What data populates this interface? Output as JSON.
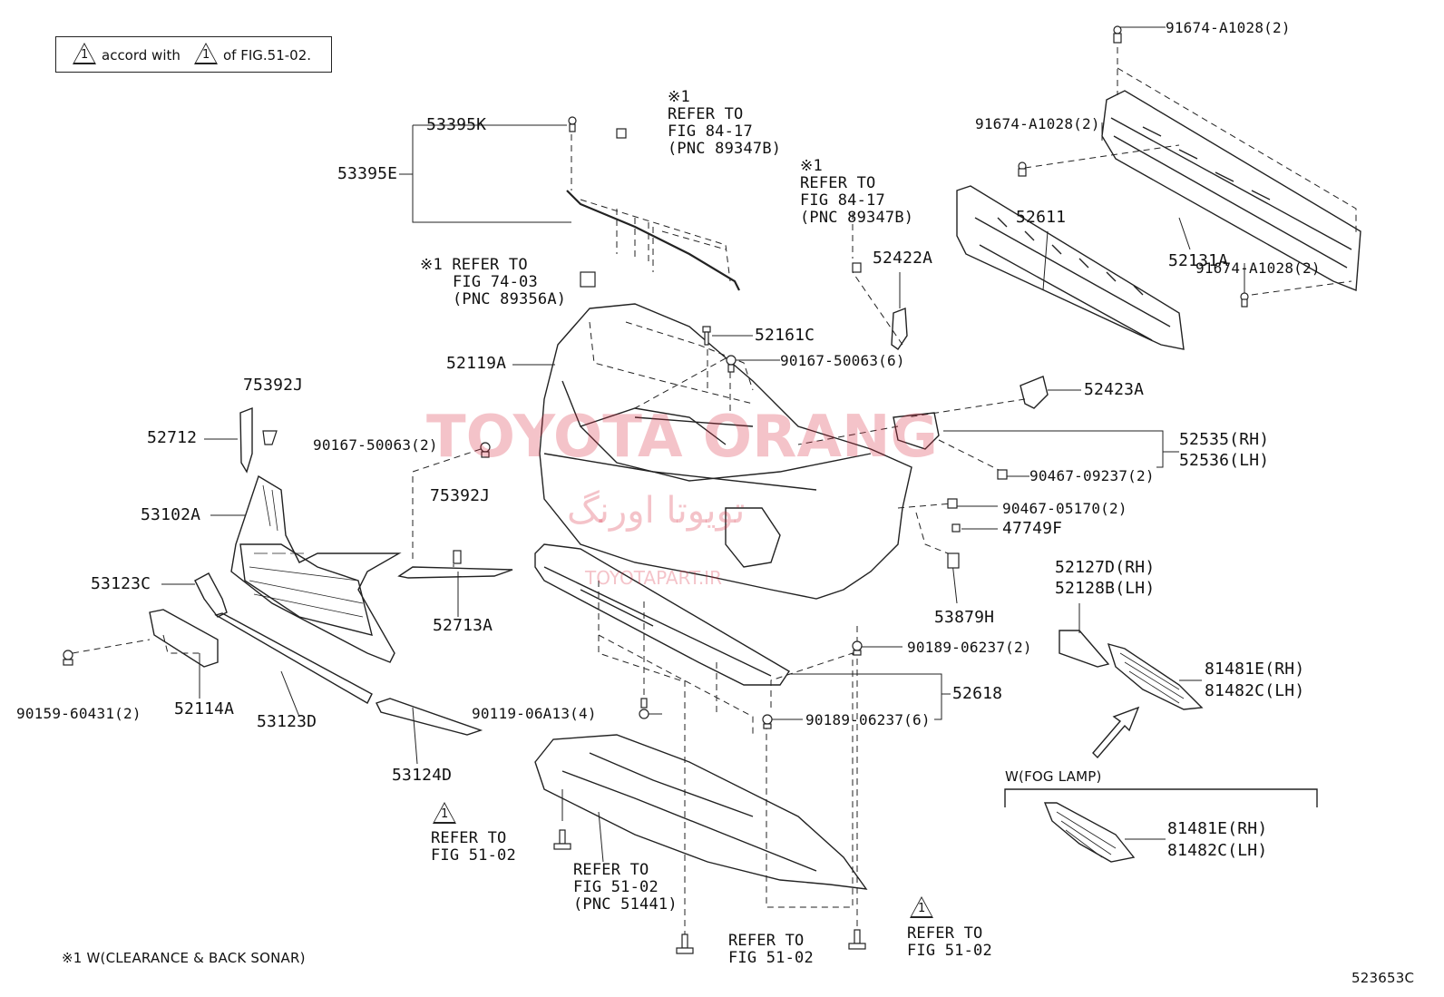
{
  "note_box": {
    "pre": "accord with",
    "post": "of FIG.51-02.",
    "tri_mark": "1"
  },
  "footnote": "※1 W(CLEARANCE & BACK SONAR)",
  "drawing_id": "523653C",
  "watermark": {
    "main": "TOYOTA ORANG",
    "farsi": "تویوتا اورنگ",
    "url": "TOYOTAPART.IR"
  },
  "parts": {
    "p91674_top": "91674-A1028(2)",
    "p91674_mid": "91674-A1028(2)",
    "p91674_low": "91674-A1028(2)",
    "p53395K": "53395K",
    "p53395E": "53395E",
    "p52611": "52611",
    "p52131A": "52131A",
    "p52422A": "52422A",
    "p52161C": "52161C",
    "p52119A": "52119A",
    "p90167_right": "90167-50063(6)",
    "p52423A": "52423A",
    "p75392J_top": "75392J",
    "p52712": "52712",
    "p90167_left": "90167-50063(2)",
    "p52535": "52535(RH)",
    "p52536": "52536(LH)",
    "p90467_09237": "90467-09237(2)",
    "p53102A": "53102A",
    "p75392J_mid": "75392J",
    "p90467_05170": "90467-05170(2)",
    "p47749F": "47749F",
    "p53123C": "53123C",
    "p52713A": "52713A",
    "p52127D": "52127D(RH)",
    "p52128B": "52128B(LH)",
    "p53879H": "53879H",
    "p90189_top": "90189-06237(2)",
    "p52618": "52618",
    "p81481E_1": "81481E(RH)",
    "p81482C_1": "81482C(LH)",
    "p90159": "90159-60431(2)",
    "p52114A": "52114A",
    "p53123D": "53123D",
    "p90119": "90119-06A13(4)",
    "p90189_bot": "90189-06237(6)",
    "p53124D": "53124D",
    "p81481E_2": "81481E(RH)",
    "p81482C_2": "81482C(LH)"
  },
  "refs": {
    "r1": [
      "※1",
      "REFER TO",
      "FIG 84-17",
      "(PNC 89347B)"
    ],
    "r2": [
      "※1",
      "REFER TO",
      "FIG 84-17",
      "(PNC 89347B)"
    ],
    "r3": [
      "※1 REFER TO",
      "FIG 74-03",
      "(PNC 89356A)"
    ],
    "r4": [
      "REFER TO",
      "FIG 51-02"
    ],
    "r5": [
      "REFER TO",
      "FIG 51-02",
      "(PNC 51441)"
    ],
    "r6": [
      "REFER TO",
      "FIG 51-02"
    ],
    "r7": [
      "REFER TO",
      "FIG 51-02"
    ]
  },
  "fog_lamp_label": "W(FOG LAMP)",
  "tri_mark": "1"
}
